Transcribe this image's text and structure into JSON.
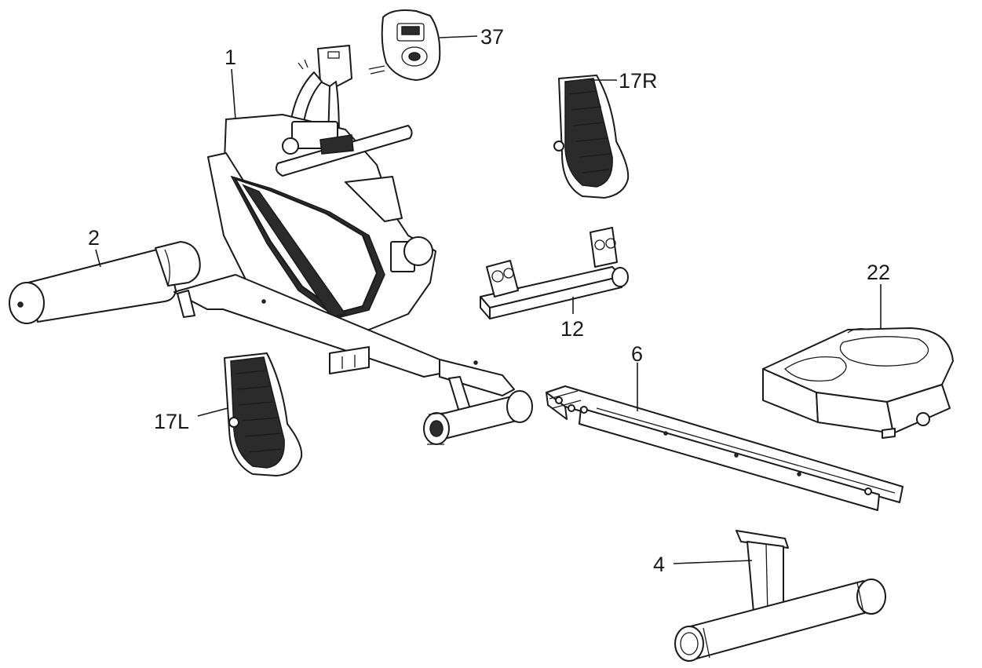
{
  "callouts": [
    {
      "id": "p1",
      "text": "1"
    },
    {
      "id": "p37",
      "text": "37"
    },
    {
      "id": "p17R",
      "text": "17R"
    },
    {
      "id": "p2",
      "text": "2"
    },
    {
      "id": "p22",
      "text": "22"
    },
    {
      "id": "p12",
      "text": "12"
    },
    {
      "id": "p6",
      "text": "6"
    },
    {
      "id": "p17L",
      "text": "17L"
    },
    {
      "id": "p4",
      "text": "4"
    }
  ]
}
